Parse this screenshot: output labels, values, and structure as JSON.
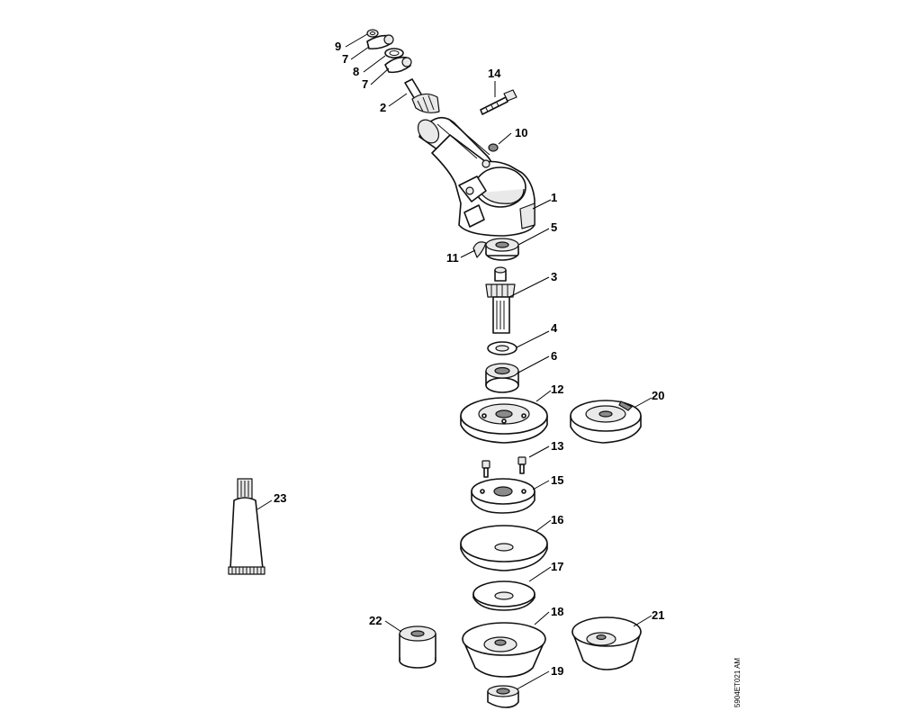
{
  "diagram": {
    "callouts": [
      "9",
      "7",
      "8",
      "7",
      "2",
      "14",
      "10",
      "1",
      "5",
      "11",
      "3",
      "4",
      "6",
      "12",
      "20",
      "13",
      "15",
      "23",
      "16",
      "17",
      "18",
      "21",
      "22",
      "19"
    ],
    "doc_id": "5904ET021 AM"
  }
}
